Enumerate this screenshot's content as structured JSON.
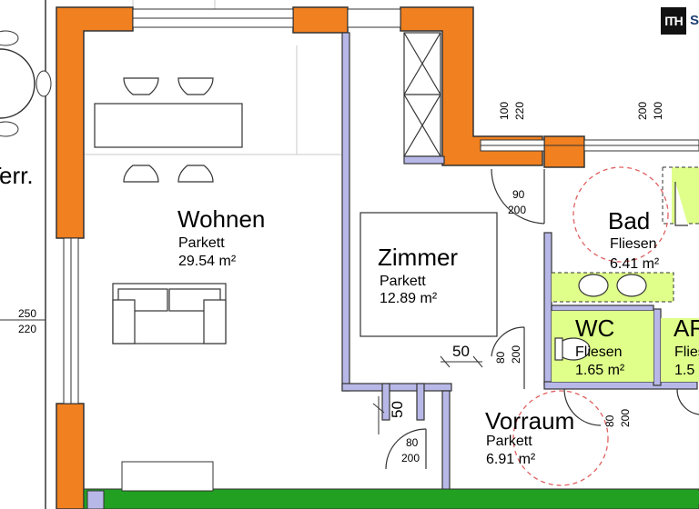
{
  "logo": {
    "text": "ITH",
    "partial": "S"
  },
  "rooms": {
    "terrasse": {
      "name": "Terr.",
      "dim_top": "250",
      "dim_bottom": "220"
    },
    "wohnen": {
      "name": "Wohnen",
      "floor": "Parkett",
      "area": "29.54 m²"
    },
    "zimmer": {
      "name": "Zimmer",
      "floor": "Parkett",
      "area": "12.89 m²"
    },
    "bad": {
      "name": "Bad",
      "floor": "Fliesen",
      "area": "6.41 m²"
    },
    "wc": {
      "name": "WC",
      "floor": "Fliesen",
      "area": "1.65 m²"
    },
    "ar": {
      "name": "AR",
      "floor": "Flies",
      "area": "1.5"
    },
    "vorraum": {
      "name": "Vorraum",
      "floor": "Parkett",
      "area": "6.91 m²"
    }
  },
  "dimensions": {
    "window_top_a": [
      "100",
      "220"
    ],
    "window_top_b": [
      "200",
      "100"
    ],
    "door_bad": [
      "90",
      "200"
    ],
    "door_zimmer_offset": "50",
    "door_zimmer": [
      "80",
      "200"
    ],
    "door_entry_offset": "50",
    "door_entry": [
      "80",
      "200"
    ],
    "door_wc": [
      "80",
      "200"
    ]
  },
  "colors": {
    "wall_orange": "#f08020",
    "wall_purple": "#8080cc",
    "wall_lilac": "#b8b8e8",
    "green_highlight": "#dfff8a",
    "green_wall": "#22a022",
    "circle": "#e06060"
  }
}
